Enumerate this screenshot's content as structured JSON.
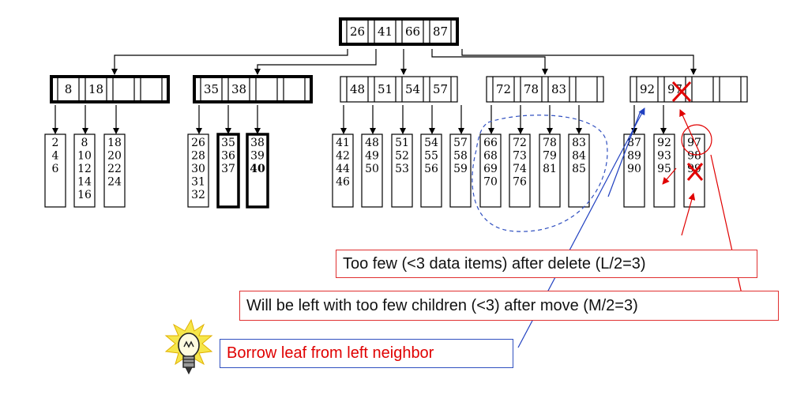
{
  "root": {
    "keys": [
      "26",
      "41",
      "66",
      "87"
    ]
  },
  "internal_nodes": [
    {
      "keys": [
        "8",
        "18"
      ]
    },
    {
      "keys": [
        "35",
        "38"
      ]
    },
    {
      "keys": [
        "48",
        "51",
        "54",
        "57"
      ]
    },
    {
      "keys": [
        "72",
        "78",
        "83"
      ]
    },
    {
      "keys": [
        "92",
        "97"
      ]
    }
  ],
  "leaves": [
    {
      "values": [
        "2",
        "4",
        "6"
      ]
    },
    {
      "values": [
        "8",
        "10",
        "12",
        "14",
        "16"
      ]
    },
    {
      "values": [
        "18",
        "20",
        "22",
        "24"
      ]
    },
    {
      "values": [
        "26",
        "28",
        "30",
        "31",
        "32"
      ]
    },
    {
      "values": [
        "35",
        "36",
        "37"
      ]
    },
    {
      "values": [
        "38",
        "39",
        "40"
      ]
    },
    {
      "values": [
        "41",
        "42",
        "44",
        "46"
      ]
    },
    {
      "values": [
        "48",
        "49",
        "50"
      ]
    },
    {
      "values": [
        "51",
        "52",
        "53"
      ]
    },
    {
      "values": [
        "54",
        "55",
        "56"
      ]
    },
    {
      "values": [
        "57",
        "58",
        "59"
      ]
    },
    {
      "values": [
        "66",
        "68",
        "69",
        "70"
      ]
    },
    {
      "values": [
        "72",
        "73",
        "74",
        "76"
      ]
    },
    {
      "values": [
        "78",
        "79",
        "81"
      ]
    },
    {
      "values": [
        "83",
        "84",
        "85"
      ]
    },
    {
      "values": [
        "87",
        "89",
        "90"
      ]
    },
    {
      "values": [
        "92",
        "93",
        "95"
      ]
    },
    {
      "values": [
        "97",
        "98",
        "99"
      ]
    }
  ],
  "notes": {
    "too_few_items": "Too few (<3 data items) after delete (L/2=3)",
    "too_few_children": "Will be left with too few children (<3) after move (M/2=3)",
    "borrow": "Borrow leaf from left neighbor"
  },
  "colors": {
    "accent_red": "#e00000",
    "annotation_blue": "#2040c0",
    "dashed_blue": "#3050c0"
  },
  "icons": {
    "idea": "lightbulb-icon"
  }
}
